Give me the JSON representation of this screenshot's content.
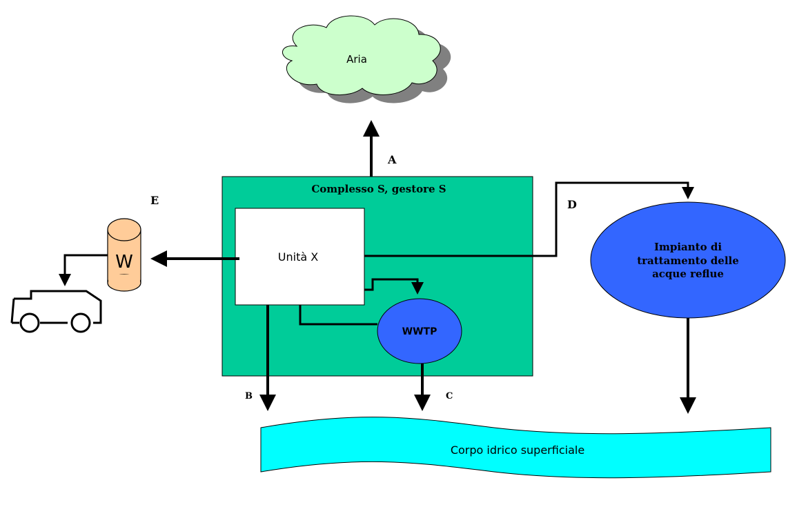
{
  "air": {
    "label": "Aria"
  },
  "complex": {
    "title": "Complesso S, gestore S"
  },
  "unit": {
    "label": "Unità X"
  },
  "wwtp": {
    "label": "WWTP"
  },
  "external_plant": {
    "line1": "Impianto di",
    "line2": "trattamento delle",
    "line3": "acque reflue"
  },
  "waste_container": {
    "label": "W"
  },
  "water_body": {
    "label": "Corpo idrico superficiale"
  },
  "flows": {
    "a": "A",
    "b": "B",
    "c": "C",
    "d": "D",
    "e": "E"
  },
  "colors": {
    "complex_fill": "#00cc99",
    "cloud_fill": "#ccffcc",
    "wwtp_fill": "#3366ff",
    "water_fill": "#00ffff",
    "container_fill": "#ffcc99",
    "unit_fill": "#ffffff",
    "stroke": "#000000",
    "shadow": "#808080"
  }
}
